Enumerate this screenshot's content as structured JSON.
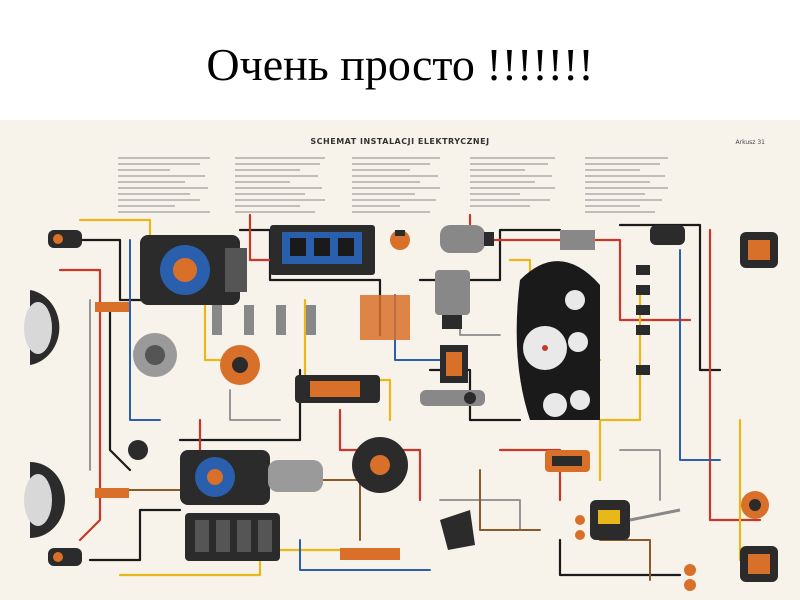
{
  "slide": {
    "title": "Очень просто !!!!!!!"
  },
  "schematic": {
    "title": "SCHEMAT INSTALACJI ELEKTRYCZNEJ",
    "sheet": "Arkusz 31"
  },
  "colors": {
    "background": "#ffffff",
    "paper": "#f7f3ea",
    "wire_black": "#1a1a1a",
    "wire_red": "#c8372a",
    "wire_yellow": "#e8b81a",
    "wire_blue": "#2a5fae",
    "wire_grey": "#8c8c8c",
    "wire_brown": "#8a5a2b",
    "component_dark": "#2b2b2b",
    "component_orange": "#d9702a"
  }
}
